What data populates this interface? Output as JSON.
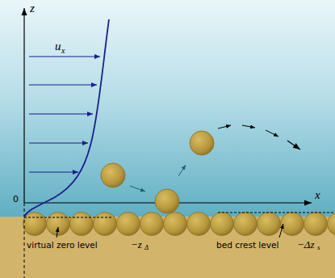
{
  "diagram": {
    "labels": [
      "z",
      "u",
      "x",
      "x",
      "0",
      "virtual zero level",
      "−z",
      "Δ",
      "bed crest level",
      "−Δz",
      "s"
    ]
  }
}
